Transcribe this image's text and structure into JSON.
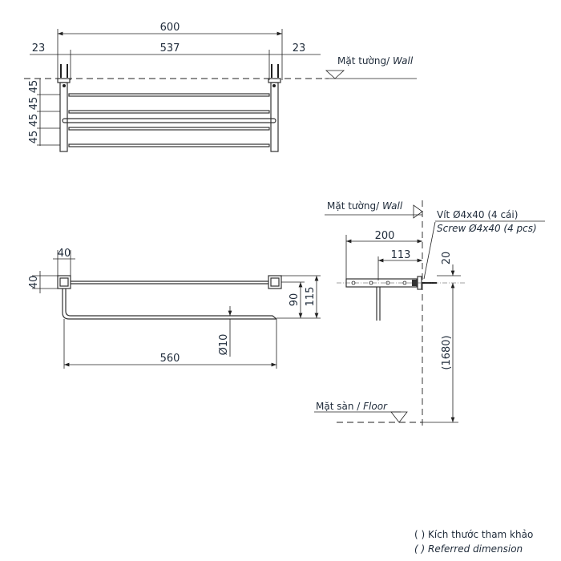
{
  "top_view": {
    "overall_width": "600",
    "inner_width": "537",
    "left_offset": "23",
    "right_offset": "23",
    "spacing": [
      "45",
      "45",
      "45",
      "45"
    ],
    "wall_label": "Mặt tường/ ",
    "wall_label_en": "Wall"
  },
  "front_view": {
    "bracket_width": "40",
    "bracket_height": "40",
    "bar_depth": "90",
    "total_depth": "115",
    "bar_length": "560",
    "bar_diameter": "Ø10"
  },
  "side_view": {
    "wall_label": "Mặt tường/ ",
    "wall_label_en": "Wall",
    "screw_label_vi": "Vít Ø4x40 (4 cái)",
    "screw_label_en": "Screw Ø4x40 (4 pcs)",
    "depth": "200",
    "bar_offset": "113",
    "screw_offset": "20",
    "height": "(1680)",
    "floor_label": "Mặt sàn / ",
    "floor_label_en": "Floor"
  },
  "legend": {
    "vi": "( ) Kích thước tham khảo",
    "en": "( ) Referred dimension"
  }
}
